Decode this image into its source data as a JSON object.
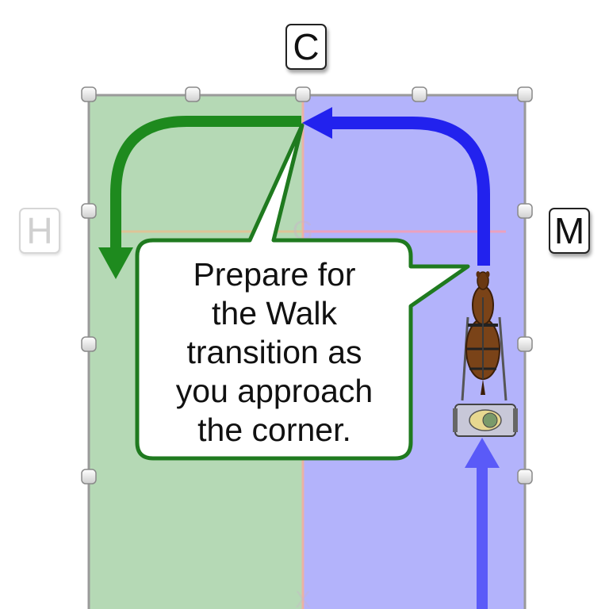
{
  "markers": {
    "c": "C",
    "h": "H",
    "m": "M",
    "g": "G",
    "x": "X"
  },
  "callout": {
    "text": "Prepare for\nthe Walk\ntransition as\nyou approach\nthe corner."
  },
  "colors": {
    "left_zone": "#b5d9b5",
    "right_zone": "#b3b3fb",
    "green_arrow": "#1e8a1e",
    "blue_arrow": "#2222ee",
    "blue_arrow_light": "#5a5af8",
    "bubble_border": "#1f7a1f",
    "center_line": "#f0b0a0",
    "quarter_line": "#f2a0b8"
  },
  "icons": {
    "rig": "horse-carriage-icon"
  }
}
